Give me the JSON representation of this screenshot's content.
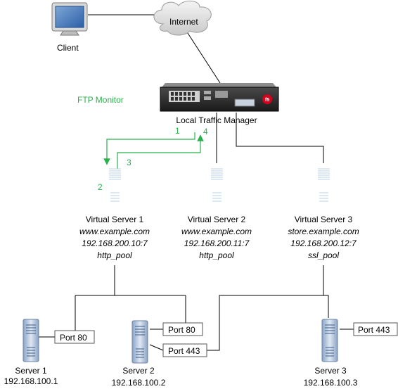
{
  "internet": {
    "label": "Internet"
  },
  "client": {
    "label": "Client"
  },
  "monitor": {
    "label": "FTP Monitor",
    "color": "#2bb24c"
  },
  "ltm": {
    "label": "Local Traffic Manager",
    "logo": "f5"
  },
  "steps": [
    "1",
    "2",
    "3",
    "4"
  ],
  "virtual_servers": [
    {
      "name": "Virtual Server 1",
      "host": "www.example.com",
      "address": "192.168.200.10:7",
      "pool": "http_pool"
    },
    {
      "name": "Virtual Server 2",
      "host": "www.example.com",
      "address": "192.168.200.11:7",
      "pool": "http_pool"
    },
    {
      "name": "Virtual Server 3",
      "host": "store.example.com",
      "address": "192.168.200.12:7",
      "pool": "ssl_pool"
    }
  ],
  "servers": [
    {
      "name": "Server 1",
      "ip": "192.168.100.1",
      "ports": [
        "Port 80"
      ]
    },
    {
      "name": "Server 2",
      "ip": "192.168.100.2",
      "ports": [
        "Port 80",
        "Port 443"
      ]
    },
    {
      "name": "Server 3",
      "ip": "192.168.100.3",
      "ports": [
        "Port 443"
      ]
    }
  ]
}
